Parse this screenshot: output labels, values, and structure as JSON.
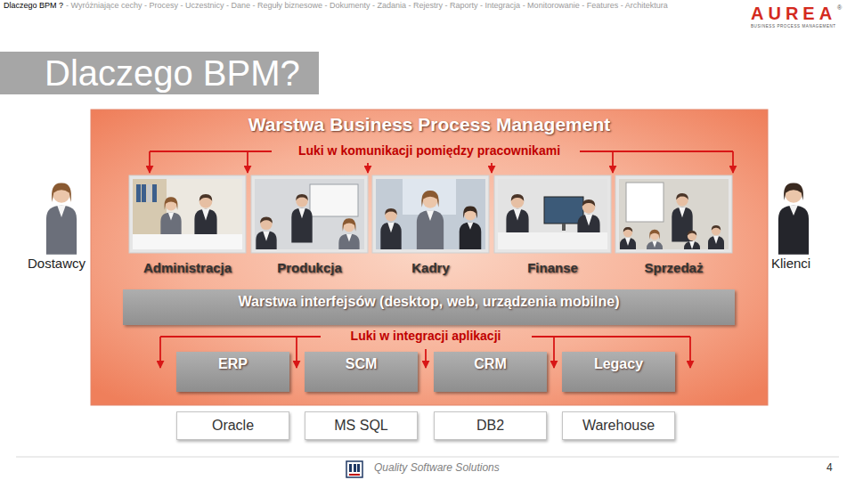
{
  "diagram": {
    "title": "Dlaczego BPM?",
    "nodes": [
      {
        "text": [
          "Warstwa Business Process Management"
        ]
      },
      {
        "text": [
          "Administracja"
        ],
        "in": 0
      },
      {
        "text": [
          "Produkcja"
        ],
        "in": 0
      },
      {
        "text": [
          "Kadry"
        ],
        "in": 0
      },
      {
        "text": [
          "Finanse"
        ],
        "in": 0
      },
      {
        "text": [
          "Sprzedaż"
        ],
        "in": 0
      },
      {
        "text": [
          "Warstwa interfejsów (desktop, web, urządzenia mobilne)"
        ],
        "in": 0
      },
      {
        "text": [
          "ERP"
        ],
        "in": 0
      },
      {
        "text": [
          "SCM"
        ],
        "in": 0
      },
      {
        "text": [
          "CRM"
        ],
        "in": 0
      },
      {
        "text": [
          "Legacy"
        ],
        "in": 0
      },
      {
        "text": [
          "Oracle"
        ]
      },
      {
        "text": [
          "MS SQL"
        ]
      },
      {
        "text": [
          "DB2"
        ]
      },
      {
        "text": [
          "Warehouse"
        ]
      }
    ],
    "labels": [
      "Dlaczego BPM ?",
      "- Wyróżniające cechy - Procesy - Uczestnicy - Dane - Reguły biznesowe - Dokumenty - Zadania - Rejestry - Raporty - Integracja - Monitorowanie - Features - Architektura",
      "AUREA",
      "®",
      "BUSINESS PROCESS MANAGEMENT",
      "Luki w komunikacji pomiędzy pracownikami",
      "Dostawcy",
      "Klienci",
      "Luki w integracji aplikacji",
      "Quality Software Solutions",
      "4"
    ]
  }
}
